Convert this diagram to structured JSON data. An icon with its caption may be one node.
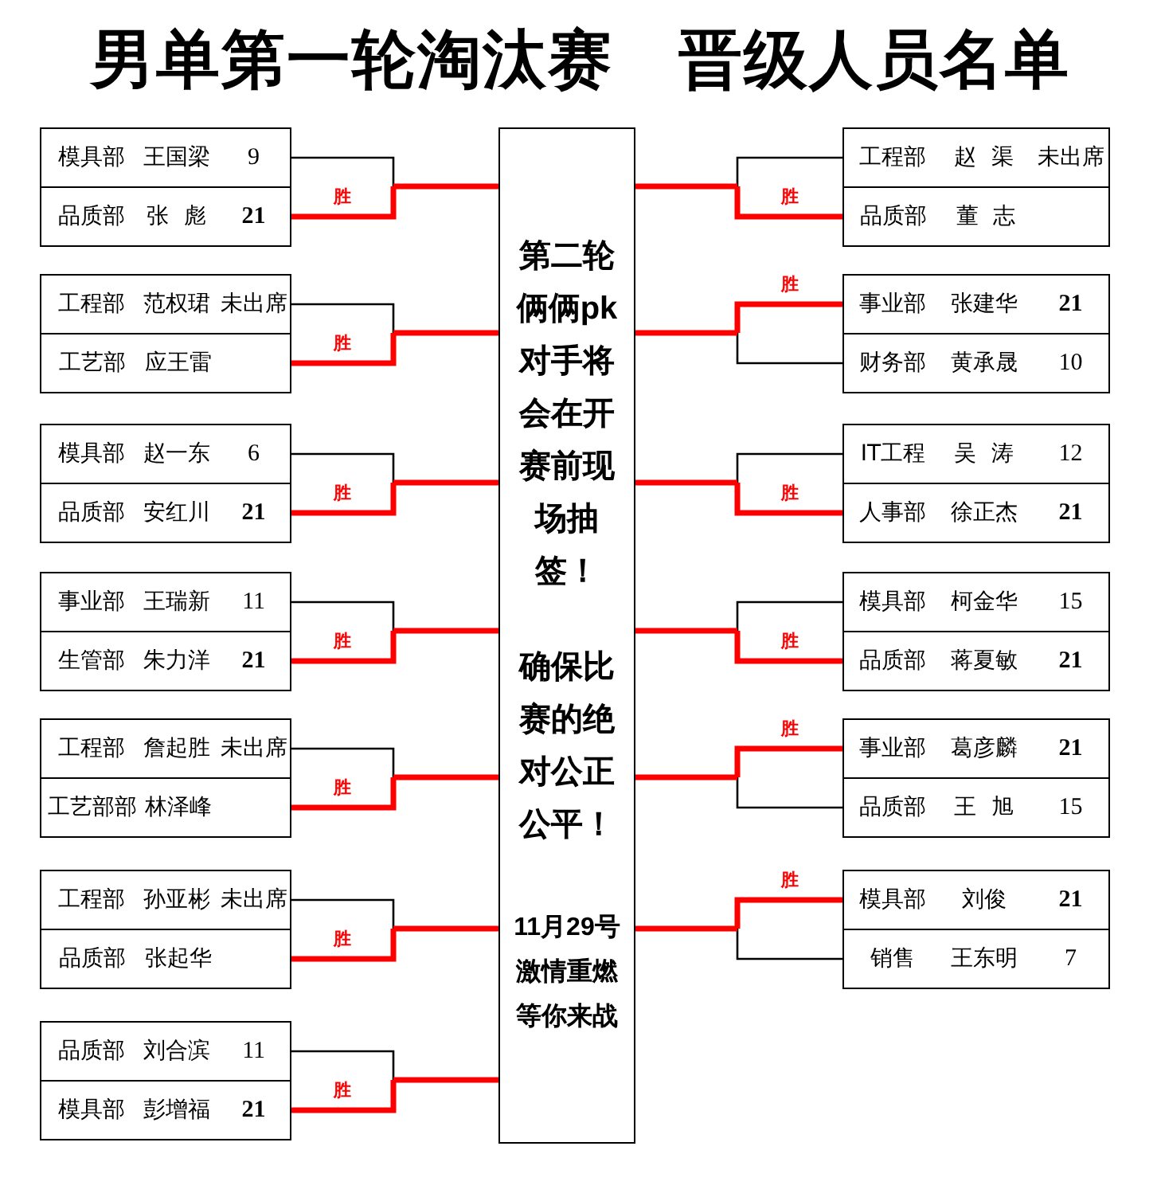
{
  "diagram": {
    "title": "男单第一轮淘汰赛　晋级人员名单",
    "nodes": [
      {
        "text": [
          "模具部",
          "王国梁",
          "9"
        ]
      },
      {
        "text": [
          "品质部",
          "张 彪",
          "21"
        ]
      },
      {
        "text": [
          "工程部",
          "范权珺",
          "未出席"
        ]
      },
      {
        "text": [
          "工艺部",
          "应王雷"
        ]
      },
      {
        "text": [
          "模具部",
          "赵一东",
          "6"
        ]
      },
      {
        "text": [
          "品质部",
          "安红川",
          "21"
        ]
      },
      {
        "text": [
          "事业部",
          "王瑞新",
          "11"
        ]
      },
      {
        "text": [
          "生管部",
          "朱力洋",
          "21"
        ]
      },
      {
        "text": [
          "工程部",
          "詹起胜",
          "未出席"
        ]
      },
      {
        "text": [
          "工艺部部",
          "林泽峰"
        ]
      },
      {
        "text": [
          "工程部",
          "孙亚彬",
          "未出席"
        ]
      },
      {
        "text": [
          "品质部",
          "张起华"
        ]
      },
      {
        "text": [
          "品质部",
          "刘合滨",
          "11"
        ]
      },
      {
        "text": [
          "模具部",
          "彭增福",
          "21"
        ]
      },
      {
        "text": [
          "第二轮俩俩pk对手将会在开赛前现场抽签！",
          "确保比赛的绝对公正公平！",
          "11月29号激情重燃等你来战"
        ]
      },
      {
        "text": [
          "工程部",
          "赵 渠",
          "未出席"
        ]
      },
      {
        "text": [
          "品质部",
          "董 志"
        ]
      },
      {
        "text": [
          "事业部",
          "张建华",
          "21"
        ]
      },
      {
        "text": [
          "财务部",
          "黄承晟",
          "10"
        ]
      },
      {
        "text": [
          "IT工程",
          "吴 涛",
          "12"
        ]
      },
      {
        "text": [
          "人事部",
          "徐正杰",
          "21"
        ]
      },
      {
        "text": [
          "模具部",
          "柯金华",
          "15"
        ]
      },
      {
        "text": [
          "品质部",
          "蒋夏敏",
          "21"
        ]
      },
      {
        "text": [
          "事业部",
          "葛彦麟",
          "21"
        ]
      },
      {
        "text": [
          "品质部",
          "王 旭",
          "15"
        ]
      },
      {
        "text": [
          "模具部",
          "刘俊",
          "21"
        ]
      },
      {
        "text": [
          "销售",
          "王东明",
          "7"
        ]
      }
    ],
    "edges": [
      {
        "from": 0,
        "to": 14,
        "arrow": "none"
      },
      {
        "from": 1,
        "to": 14,
        "arrow": "none",
        "label": "胜",
        "style": "thick",
        "color": "#ff0000"
      },
      {
        "from": 2,
        "to": 14,
        "arrow": "none"
      },
      {
        "from": 3,
        "to": 14,
        "arrow": "none",
        "label": "胜",
        "style": "thick",
        "color": "#ff0000"
      },
      {
        "from": 4,
        "to": 14,
        "arrow": "none"
      },
      {
        "from": 5,
        "to": 14,
        "arrow": "none",
        "label": "胜",
        "style": "thick",
        "color": "#ff0000"
      },
      {
        "from": 6,
        "to": 14,
        "arrow": "none"
      },
      {
        "from": 7,
        "to": 14,
        "arrow": "none",
        "label": "胜",
        "style": "thick",
        "color": "#ff0000"
      },
      {
        "from": 8,
        "to": 14,
        "arrow": "none"
      },
      {
        "from": 9,
        "to": 14,
        "arrow": "none",
        "label": "胜",
        "style": "thick",
        "color": "#ff0000"
      },
      {
        "from": 10,
        "to": 14,
        "arrow": "none"
      },
      {
        "from": 11,
        "to": 14,
        "arrow": "none",
        "label": "胜",
        "style": "thick",
        "color": "#ff0000"
      },
      {
        "from": 12,
        "to": 14,
        "arrow": "none"
      },
      {
        "from": 13,
        "to": 14,
        "arrow": "none",
        "label": "胜",
        "style": "thick",
        "color": "#ff0000"
      },
      {
        "from": 15,
        "to": 14,
        "arrow": "none"
      },
      {
        "from": 16,
        "to": 14,
        "arrow": "none",
        "label": "胜",
        "style": "thick",
        "color": "#ff0000"
      },
      {
        "from": 17,
        "to": 14,
        "arrow": "none",
        "label": "胜",
        "style": "thick",
        "color": "#ff0000"
      },
      {
        "from": 18,
        "to": 14,
        "arrow": "none"
      },
      {
        "from": 19,
        "to": 14,
        "arrow": "none"
      },
      {
        "from": 20,
        "to": 14,
        "arrow": "none",
        "label": "胜",
        "style": "thick",
        "color": "#ff0000"
      },
      {
        "from": 21,
        "to": 14,
        "arrow": "none"
      },
      {
        "from": 22,
        "to": 14,
        "arrow": "none",
        "label": "胜",
        "style": "thick",
        "color": "#ff0000"
      },
      {
        "from": 23,
        "to": 14,
        "arrow": "none",
        "label": "胜",
        "style": "thick",
        "color": "#ff0000"
      },
      {
        "from": 24,
        "to": 14,
        "arrow": "none"
      },
      {
        "from": 25,
        "to": 14,
        "arrow": "none",
        "label": "胜",
        "style": "thick",
        "color": "#ff0000"
      },
      {
        "from": 26,
        "to": 14,
        "arrow": "none"
      }
    ]
  }
}
